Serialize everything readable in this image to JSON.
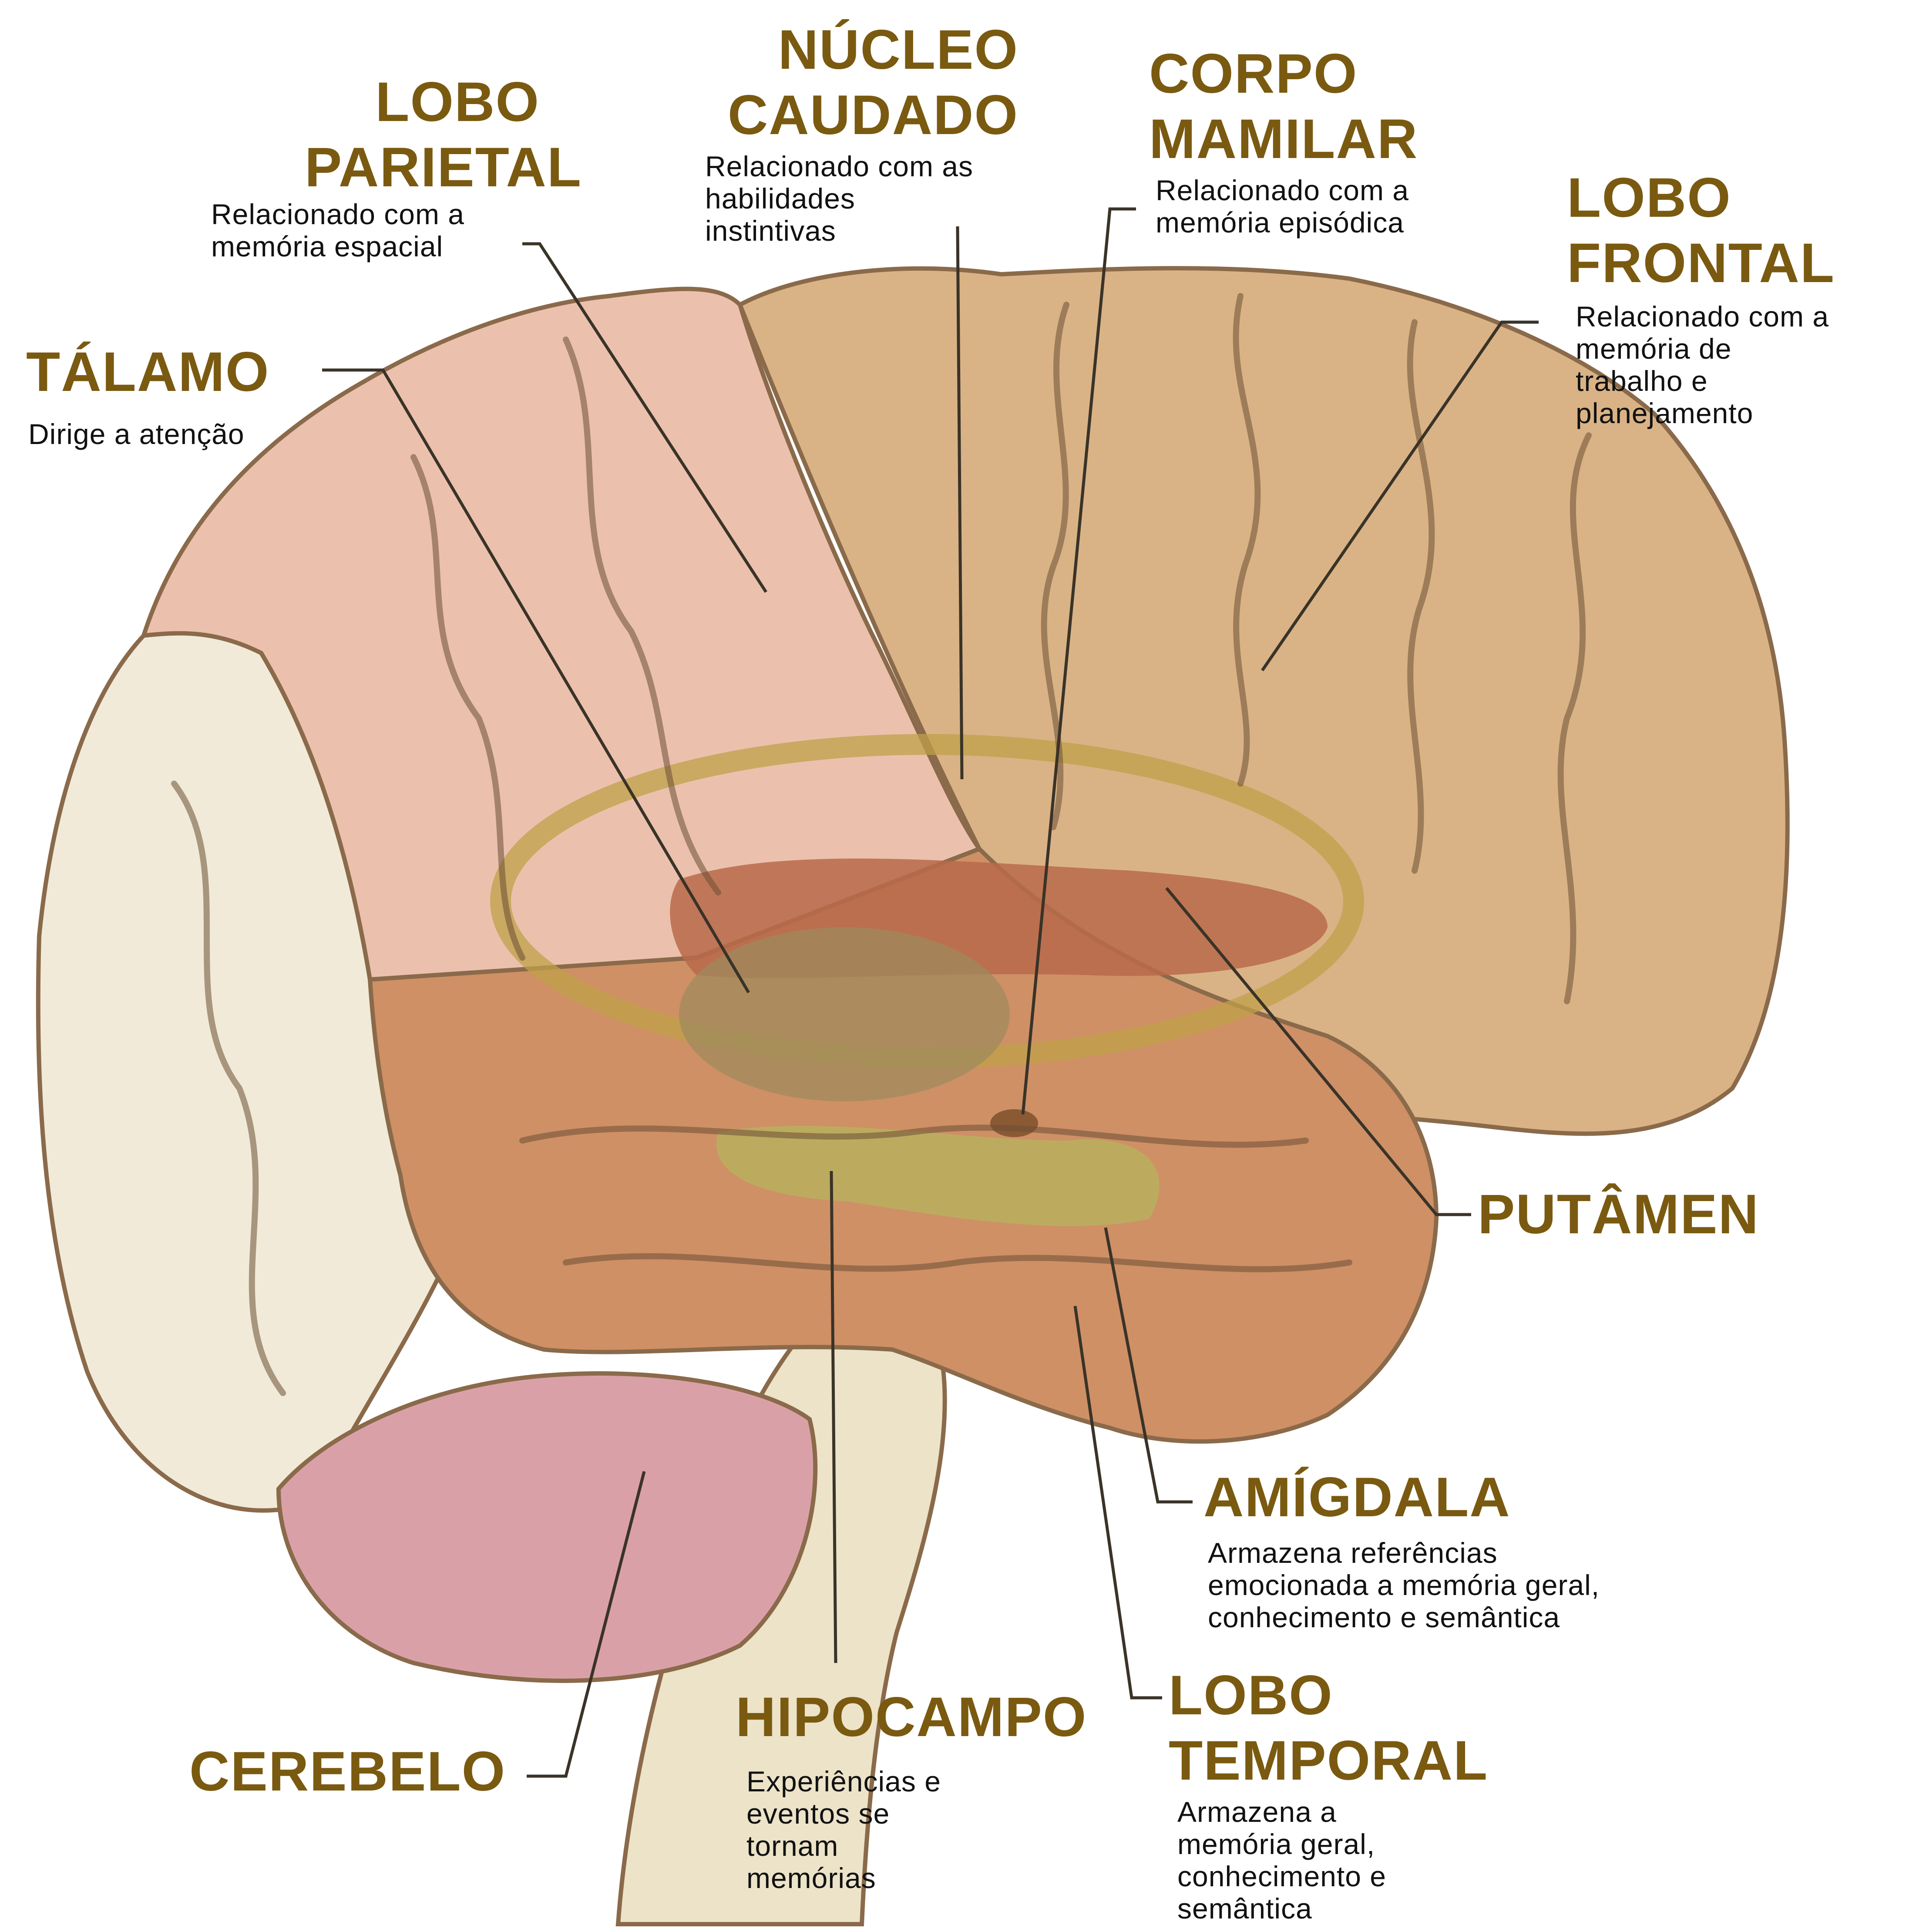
{
  "colors": {
    "title": "#7a5a10",
    "desc": "#111111",
    "leader": "#3a3328",
    "frontal": "#d9b386",
    "parietal": "#ebc1ad",
    "occipital": "#f1ead8",
    "temporal": "#cf9066",
    "cerebellum": "#d9a1a7",
    "brainstem": "#ece3c8"
  },
  "labels": {
    "lobo_parietal": {
      "title": "LOBO\nPARIETAL",
      "desc": "Relacionado com a\nmemória espacial"
    },
    "nucleo_caudado": {
      "title": "NÚCLEO\nCAUDADO",
      "desc": "Relacionado com as\nhabilidades\ninstintivas"
    },
    "corpo_mamilar": {
      "title": "CORPO\nMAMILAR",
      "desc": "Relacionado com a\nmemória episódica"
    },
    "lobo_frontal": {
      "title": "LOBO\nFRONTAL",
      "desc": "Relacionado com a\nmemória de\ntrabalho e\nplanejamento"
    },
    "talamo": {
      "title": "TÁLAMO",
      "desc": "Dirige a atenção"
    },
    "putamen": {
      "title": "PUTÂMEN"
    },
    "amigdala": {
      "title": "AMÍGDALA",
      "desc": "Armazena referências\nemocionada a memória geral,\nconhecimento e semântica"
    },
    "lobo_temporal": {
      "title": "LOBO\nTEMPORAL",
      "desc": "Armazena a\nmemória geral,\nconhecimento e\nsemântica"
    },
    "hipocampo": {
      "title": "HIPOCAMPO",
      "desc": "Experiências e\neventos se\ntornam\nmemórias"
    },
    "cerebelo": {
      "title": "CEREBELO"
    }
  }
}
